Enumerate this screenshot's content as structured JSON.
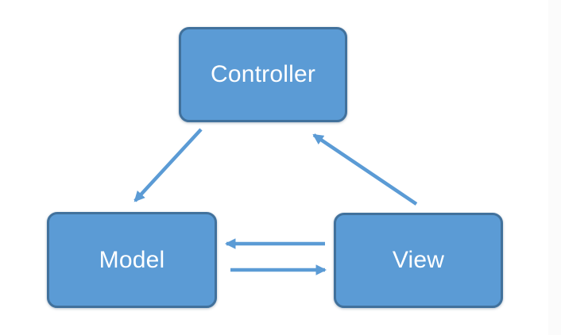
{
  "diagram": {
    "nodes": {
      "controller": {
        "label": "Controller"
      },
      "model": {
        "label": "Model"
      },
      "view": {
        "label": "View"
      }
    },
    "arrows": [
      {
        "from": "Controller",
        "to": "Model"
      },
      {
        "from": "View",
        "to": "Controller"
      },
      {
        "from": "View",
        "to": "Model"
      },
      {
        "from": "Model",
        "to": "View"
      }
    ],
    "colors": {
      "node_fill": "#5B9BD5",
      "node_border": "#41719C",
      "node_text": "#FFFFFF",
      "arrow": "#5B9BD5",
      "background": "#FFFFFF"
    }
  }
}
